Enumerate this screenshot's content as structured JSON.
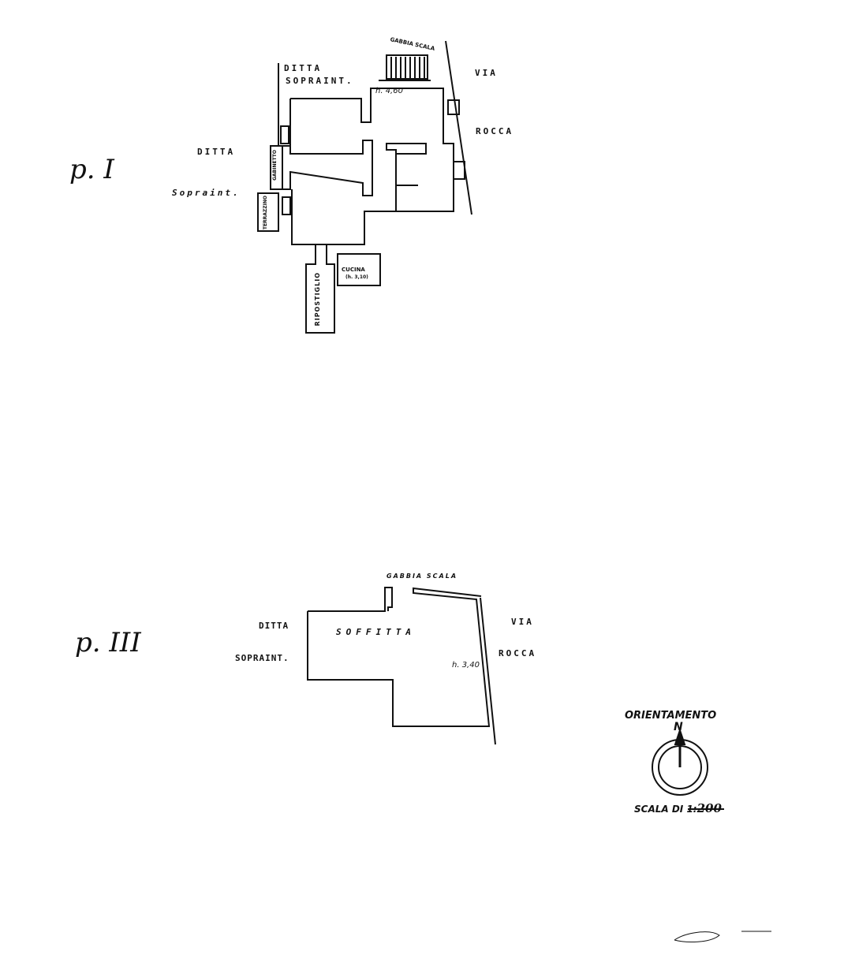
{
  "floor1": {
    "title": "p. I",
    "labels": {
      "ditta_top": "DITTA",
      "soprint_top": "SOPRAINT.",
      "ditta_left": "DITTA",
      "soprint_left": "Sopraint.",
      "gabbia_scala": "GABBIA SCALA",
      "height": "h. 4,60",
      "via": "VIA",
      "rocca": "ROCCA",
      "gabinetto": "GABINETTO",
      "terrazzino": "TERRAZZINO",
      "ripostiglio": "RIPOSTIGLIO",
      "cucina": "CUCINA",
      "cucina_h": "(h. 3,10)"
    }
  },
  "floor3": {
    "title": "p. III",
    "labels": {
      "gabbia_scala": "GABBIA SCALA",
      "ditta": "DITTA",
      "soprint": "SOPRAINT.",
      "soffitta": "SOFFITTA",
      "height": "h. 3,40",
      "via": "VIA",
      "rocca": "ROCCA"
    }
  },
  "legend": {
    "orientamento": "ORIENTAMENTO",
    "north": "N",
    "scala_prefix": "SCALA DI 1:",
    "scala_value": "200"
  }
}
